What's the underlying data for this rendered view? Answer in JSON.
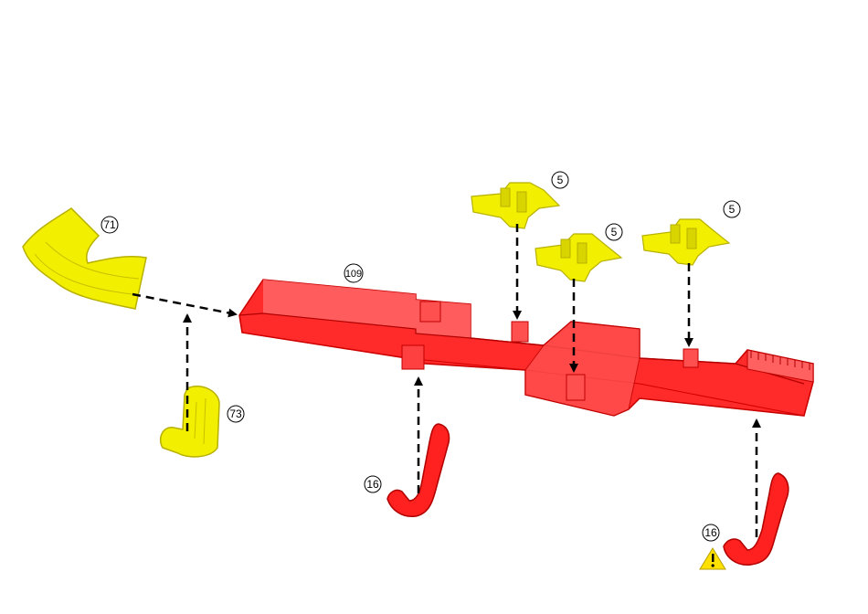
{
  "diagram": {
    "parts": [
      {
        "id": "part-71",
        "label": "71",
        "name": "curved-elbow",
        "color": "yellow"
      },
      {
        "id": "part-73",
        "label": "73",
        "name": "clip",
        "color": "yellow"
      },
      {
        "id": "part-109",
        "label": "109",
        "name": "main-channel",
        "color": "red"
      },
      {
        "id": "part-5a",
        "label": "5",
        "name": "star-connector",
        "color": "yellow"
      },
      {
        "id": "part-5b",
        "label": "5",
        "name": "star-connector",
        "color": "yellow"
      },
      {
        "id": "part-5c",
        "label": "5",
        "name": "star-connector",
        "color": "yellow"
      },
      {
        "id": "part-16a",
        "label": "16",
        "name": "hook",
        "color": "red"
      },
      {
        "id": "part-16b",
        "label": "16",
        "name": "hook",
        "color": "red"
      }
    ],
    "warning_icon": "warning-triangle-icon"
  },
  "colors": {
    "yellow": "#f2f000",
    "yellow_dark": "#c8c000",
    "red": "#ff2020",
    "red_dark": "#c80000",
    "arrow": "#000000",
    "warning": "#ffe000"
  }
}
